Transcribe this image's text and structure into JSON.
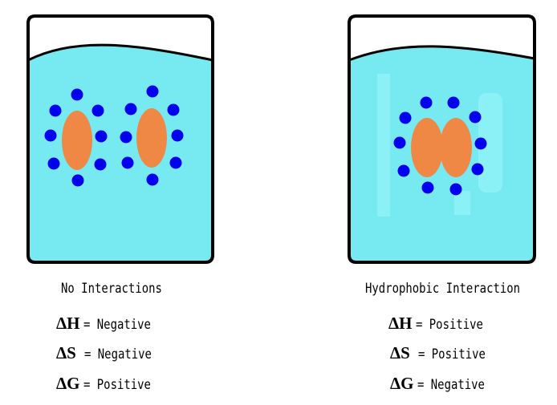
{
  "colors": {
    "water": "#77e9f0",
    "molecule": "#ee8844",
    "dot": "#0000ee",
    "outline": "#000000"
  },
  "panels": [
    {
      "caption": "No Interactions",
      "rows": [
        {
          "symbol": "ΔH",
          "value": "= Negative"
        },
        {
          "symbol": "ΔS",
          "value": "= Negative"
        },
        {
          "symbol": "ΔG",
          "value": "= Positive"
        }
      ]
    },
    {
      "caption": "Hydrophobic Interaction",
      "rows": [
        {
          "symbol": "ΔH",
          "value": "= Positive"
        },
        {
          "symbol": "ΔS",
          "value": "= Positive"
        },
        {
          "symbol": "ΔG",
          "value": "= Negative"
        }
      ]
    }
  ]
}
